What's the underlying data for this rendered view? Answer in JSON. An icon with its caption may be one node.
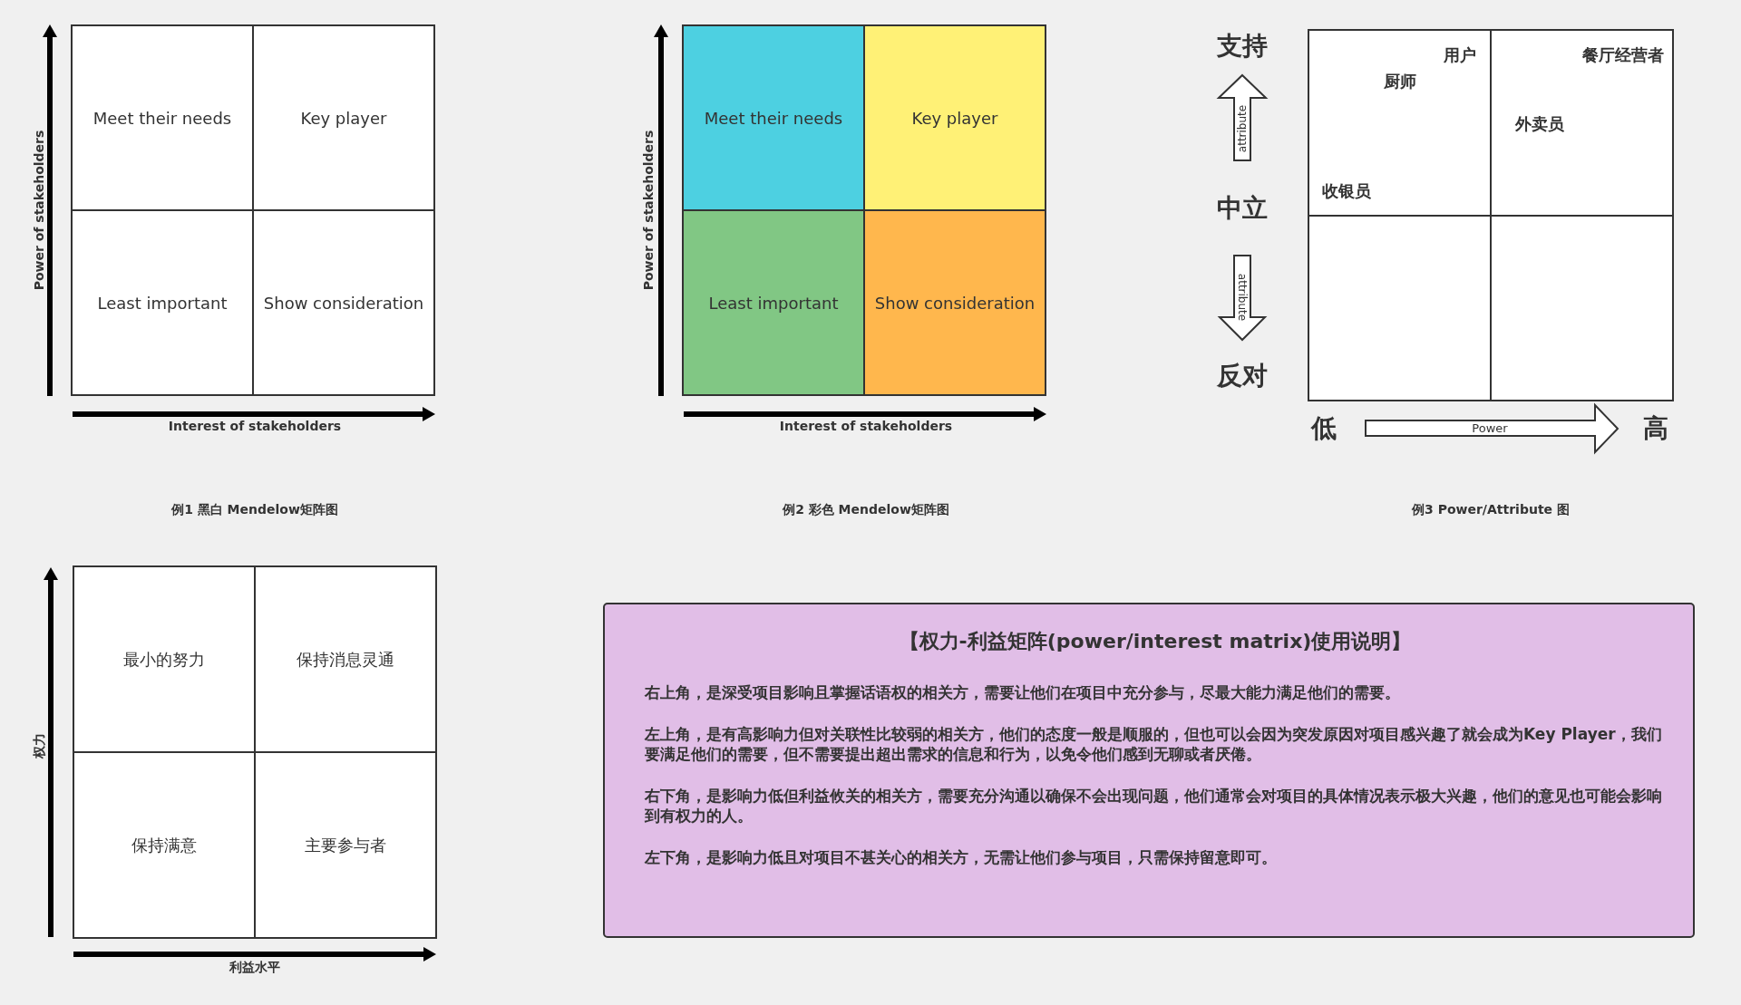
{
  "diagram": {
    "nodes": [
      {
        "text": [
          "Meet their needs"
        ]
      },
      {
        "text": [
          "Key player"
        ]
      },
      {
        "text": [
          "Least important"
        ]
      },
      {
        "text": [
          "Show consideration"
        ]
      },
      {
        "text": [
          "Meet their needs"
        ]
      },
      {
        "text": [
          "Key player"
        ]
      },
      {
        "text": [
          "Least important"
        ]
      },
      {
        "text": [
          "Show consideration"
        ]
      },
      {
        "text": [
          "用户",
          "厨师",
          "收银员"
        ]
      },
      {
        "text": [
          "餐厅经营者",
          "外卖员"
        ]
      },
      {
        "text": [],
        "shape": "box"
      },
      {
        "text": [],
        "shape": "box"
      },
      {
        "text": [
          "最小的努力"
        ]
      },
      {
        "text": [
          "保持消息灵通"
        ]
      },
      {
        "text": [
          "保持满意"
        ]
      },
      {
        "text": [
          "主要参与者"
        ]
      },
      {
        "text": [
          "【权力-利益矩阵(power/interest matrix)使用说明】",
          "右上角，是深受项目影响且掌握话语权的相关方，需要让他们在项目中充分参与，尽最大能力满足他们的需要。",
          "左上角，是有高影响力但对关联性比较弱的相关方，他们的态度一般是顺服的，但也可以会因为突发原因对项目感兴趣了就会成为Key Player，我们要满足他们的需要，但不需要提出超出需求的信息和行为，以免令他们感到无聊或者厌倦。",
          "右下角，是影响力低但利益攸关的相关方，需要充分沟通以确保不会出现问题，他们通常会对项目的具体情况表示极大兴趣，他们的意见也可能会影响到有权力的人。",
          "左下角，是影响力低且对项目不甚关心的相关方，无需让他们参与项目，只需保持留意即可。"
        ]
      }
    ],
    "labels": [
      "Power of stakeholders",
      "Interest of stakeholders",
      "Power of stakeholders",
      "Interest of stakeholders",
      "支持",
      "attribute",
      "中立",
      "attribute",
      "反对",
      "低",
      "Power",
      "高",
      "例1 黑白 Mendelow矩阵图",
      "例2 彩色 Mendelow矩阵图",
      "例3 Power/Attribute 图",
      "权力",
      "利益水平"
    ]
  }
}
